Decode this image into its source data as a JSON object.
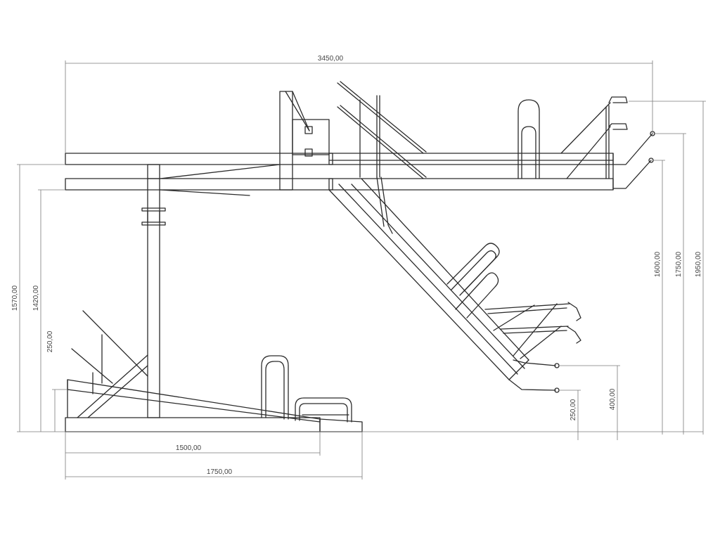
{
  "dimensions": {
    "overall_length": "3450,00",
    "lower_length_short": "1500,00",
    "lower_length_long": "1750,00",
    "height_upper_total": "1570,00",
    "height_upper_beam": "1420,00",
    "height_lower_rack": "250,00",
    "height_lowered_tray_low": "250,00",
    "height_lowered_tray_high": "400,00",
    "height_raised_1": "1600,00",
    "height_raised_2": "1750,00",
    "height_raised_3": "1950,00"
  }
}
